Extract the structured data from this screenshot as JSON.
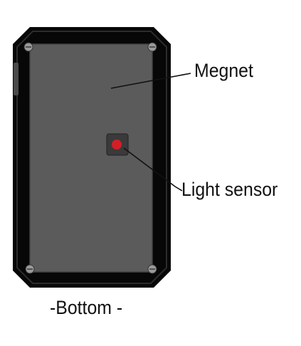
{
  "labels": {
    "magnet": "Megnet",
    "light_sensor": "Light sensor",
    "caption": "-Bottom -"
  },
  "colors": {
    "case_outer": "#070707",
    "case_inner": "#1c1c1c",
    "panel": "#5b5b5b",
    "sensor_housing": "#3a3a3a",
    "sensor": "#d21f27",
    "screw": "#9a9a9a"
  }
}
